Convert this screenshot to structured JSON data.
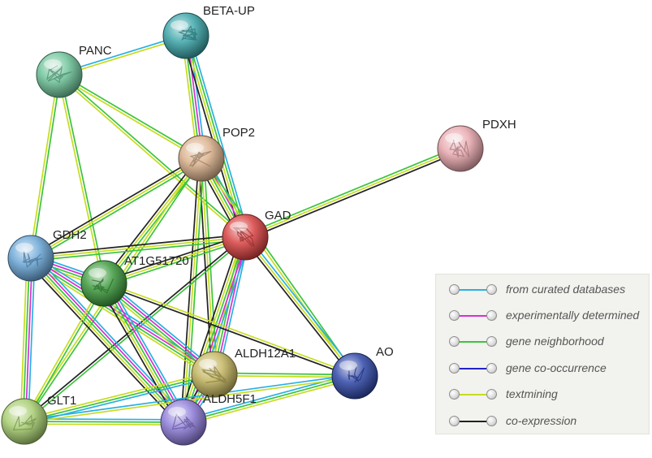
{
  "nodes": [
    {
      "id": "BETA-UP",
      "label": "BETA-UP",
      "color": "#3aa4a8"
    },
    {
      "id": "PANC",
      "label": "PANC",
      "color": "#6ec49a"
    },
    {
      "id": "POP2",
      "label": "POP2",
      "color": "#d9b08a"
    },
    {
      "id": "PDXH",
      "label": "PDXH",
      "color": "#e8a8ae"
    },
    {
      "id": "GAD",
      "label": "GAD",
      "color": "#d84040"
    },
    {
      "id": "GDH2",
      "label": "GDH2",
      "color": "#6aa6d6"
    },
    {
      "id": "AT1G51720",
      "label": "AT1G51720",
      "color": "#3e9a3e"
    },
    {
      "id": "ALDH12A1",
      "label": "ALDH12A1",
      "color": "#c2b45e"
    },
    {
      "id": "AO",
      "label": "AO",
      "color": "#3048a8"
    },
    {
      "id": "GLT1",
      "label": "GLT1",
      "color": "#a6cc6e"
    },
    {
      "id": "ALDH5F1",
      "label": "ALDH5F1",
      "color": "#8d7cd8"
    }
  ],
  "evidence_colors": {
    "curated": "#2ab0e0",
    "experimental": "#d62fd6",
    "neighborhood": "#3cc43c",
    "cooccurrence": "#2222cc",
    "textmining": "#c8dc20",
    "coexpression": "#222222"
  },
  "edges": [
    {
      "a": "PANC",
      "b": "BETA-UP",
      "ev": [
        "curated",
        "textmining"
      ]
    },
    {
      "a": "BETA-UP",
      "b": "POP2",
      "ev": [
        "curated",
        "experimental",
        "neighborhood",
        "textmining"
      ]
    },
    {
      "a": "BETA-UP",
      "b": "GAD",
      "ev": [
        "curated",
        "neighborhood",
        "textmining",
        "coexpression"
      ]
    },
    {
      "a": "PANC",
      "b": "GDH2",
      "ev": [
        "neighborhood",
        "textmining"
      ]
    },
    {
      "a": "PANC",
      "b": "POP2",
      "ev": [
        "neighborhood",
        "textmining"
      ]
    },
    {
      "a": "PANC",
      "b": "GAD",
      "ev": [
        "neighborhood",
        "textmining"
      ]
    },
    {
      "a": "PANC",
      "b": "AT1G51720",
      "ev": [
        "neighborhood",
        "textmining"
      ]
    },
    {
      "a": "POP2",
      "b": "GAD",
      "ev": [
        "curated",
        "experimental",
        "neighborhood",
        "textmining",
        "coexpression"
      ]
    },
    {
      "a": "POP2",
      "b": "GDH2",
      "ev": [
        "neighborhood",
        "textmining",
        "coexpression"
      ]
    },
    {
      "a": "POP2",
      "b": "AT1G51720",
      "ev": [
        "neighborhood",
        "textmining",
        "coexpression"
      ]
    },
    {
      "a": "POP2",
      "b": "ALDH12A1",
      "ev": [
        "neighborhood",
        "textmining",
        "coexpression"
      ]
    },
    {
      "a": "POP2",
      "b": "ALDH5F1",
      "ev": [
        "neighborhood",
        "textmining",
        "coexpression"
      ]
    },
    {
      "a": "POP2",
      "b": "GLT1",
      "ev": [
        "neighborhood",
        "textmining"
      ]
    },
    {
      "a": "POP2",
      "b": "AO",
      "ev": [
        "neighborhood",
        "textmining"
      ]
    },
    {
      "a": "GAD",
      "b": "PDXH",
      "ev": [
        "neighborhood",
        "textmining",
        "coexpression"
      ]
    },
    {
      "a": "GAD",
      "b": "GDH2",
      "ev": [
        "neighborhood",
        "textmining",
        "coexpression"
      ]
    },
    {
      "a": "GAD",
      "b": "AT1G51720",
      "ev": [
        "neighborhood",
        "textmining",
        "coexpression"
      ]
    },
    {
      "a": "GAD",
      "b": "ALDH12A1",
      "ev": [
        "curated",
        "experimental",
        "neighborhood",
        "textmining"
      ]
    },
    {
      "a": "GAD",
      "b": "ALDH5F1",
      "ev": [
        "curated",
        "experimental",
        "neighborhood",
        "textmining",
        "coexpression"
      ]
    },
    {
      "a": "GAD",
      "b": "AO",
      "ev": [
        "curated",
        "textmining",
        "coexpression"
      ]
    },
    {
      "a": "GAD",
      "b": "GLT1",
      "ev": [
        "neighborhood",
        "coexpression"
      ]
    },
    {
      "a": "GDH2",
      "b": "AT1G51720",
      "ev": [
        "curated",
        "experimental",
        "neighborhood",
        "textmining"
      ]
    },
    {
      "a": "GDH2",
      "b": "ALDH12A1",
      "ev": [
        "curated",
        "experimental",
        "neighborhood",
        "textmining"
      ]
    },
    {
      "a": "GDH2",
      "b": "ALDH5F1",
      "ev": [
        "curated",
        "experimental",
        "neighborhood",
        "textmining",
        "coexpression"
      ]
    },
    {
      "a": "GDH2",
      "b": "GLT1",
      "ev": [
        "curated",
        "experimental",
        "neighborhood",
        "textmining"
      ]
    },
    {
      "a": "AT1G51720",
      "b": "AO",
      "ev": [
        "textmining",
        "coexpression"
      ]
    },
    {
      "a": "AT1G51720",
      "b": "ALDH12A1",
      "ev": [
        "curated",
        "experimental",
        "neighborhood",
        "textmining"
      ]
    },
    {
      "a": "AT1G51720",
      "b": "ALDH5F1",
      "ev": [
        "curated",
        "experimental",
        "neighborhood",
        "textmining",
        "coexpression"
      ]
    },
    {
      "a": "AT1G51720",
      "b": "GLT1",
      "ev": [
        "neighborhood",
        "textmining"
      ]
    },
    {
      "a": "ALDH12A1",
      "b": "AO",
      "ev": [
        "neighborhood",
        "textmining"
      ]
    },
    {
      "a": "ALDH12A1",
      "b": "ALDH5F1",
      "ev": [
        "curated",
        "experimental",
        "neighborhood",
        "textmining",
        "coexpression"
      ]
    },
    {
      "a": "ALDH12A1",
      "b": "GLT1",
      "ev": [
        "curated",
        "neighborhood",
        "textmining"
      ]
    },
    {
      "a": "ALDH5F1",
      "b": "AO",
      "ev": [
        "curated",
        "neighborhood",
        "textmining"
      ]
    },
    {
      "a": "GLT1",
      "b": "ALDH5F1",
      "ev": [
        "curated",
        "neighborhood",
        "textmining"
      ]
    },
    {
      "a": "GLT1",
      "b": "AO",
      "ev": [
        "curated",
        "textmining"
      ]
    }
  ],
  "legend": [
    {
      "label": "from curated databases",
      "color": "#2ab0e0"
    },
    {
      "label": "experimentally determined",
      "color": "#d62fd6"
    },
    {
      "label": "gene neighborhood",
      "color": "#3cc43c"
    },
    {
      "label": "gene co-occurrence",
      "color": "#2222cc"
    },
    {
      "label": "textmining",
      "color": "#c8dc20"
    },
    {
      "label": "co-expression",
      "color": "#222222"
    }
  ]
}
